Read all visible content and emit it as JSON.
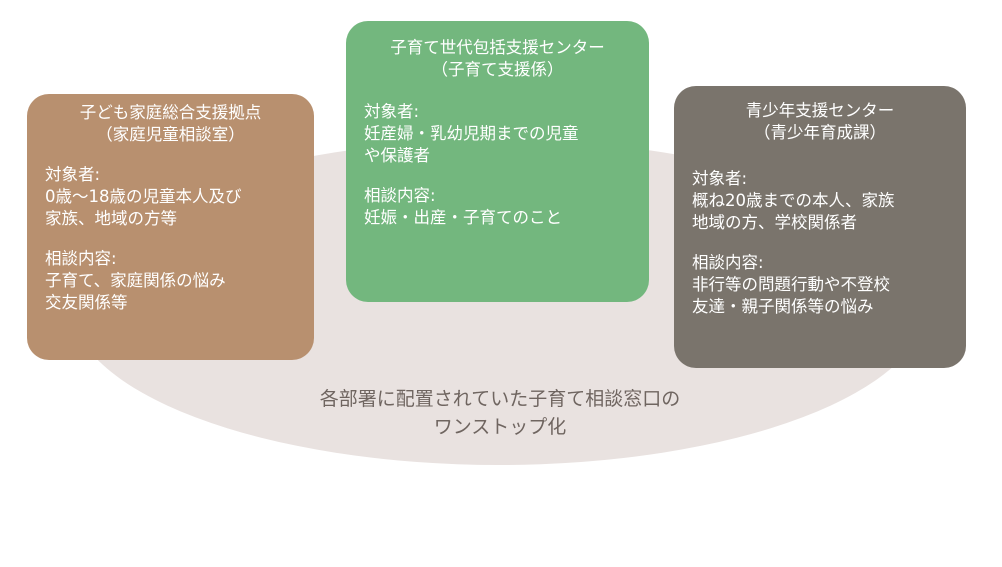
{
  "caption": {
    "line1": "各部署に配置されていた子育て相談窓口の",
    "line2": "ワンストップ化"
  },
  "boxes": {
    "left": {
      "title1": "子ども家庭総合支援拠点",
      "title2": "（家庭児童相談室）",
      "target_label": "対象者:",
      "target1": "0歳～18歳の児童本人及び",
      "target2": "家族、地域の方等",
      "content_label": "相談内容:",
      "content1": "子育て、家庭関係の悩み",
      "content2": "交友関係等"
    },
    "middle": {
      "title1": "子育て世代包括支援センター",
      "title2": "（子育て支援係）",
      "target_label": "対象者:",
      "target1": "妊産婦・乳幼児期までの児童",
      "target2": "や保護者",
      "content_label": "相談内容:",
      "content1": "妊娠・出産・子育てのこと"
    },
    "right": {
      "title1": "青少年支援センター",
      "title2": "（青少年育成課）",
      "target_label": "対象者:",
      "target1": "概ね20歳までの本人、家族",
      "target2": "地域の方、学校関係者",
      "content_label": "相談内容:",
      "content1": "非行等の問題行動や不登校",
      "content2": "友達・親子関係等の悩み"
    }
  },
  "colors": {
    "left": "#b8906f",
    "middle": "#73b77e",
    "right": "#7a746c",
    "oval": "#e9e2e0",
    "caption_text": "#6f6560"
  }
}
